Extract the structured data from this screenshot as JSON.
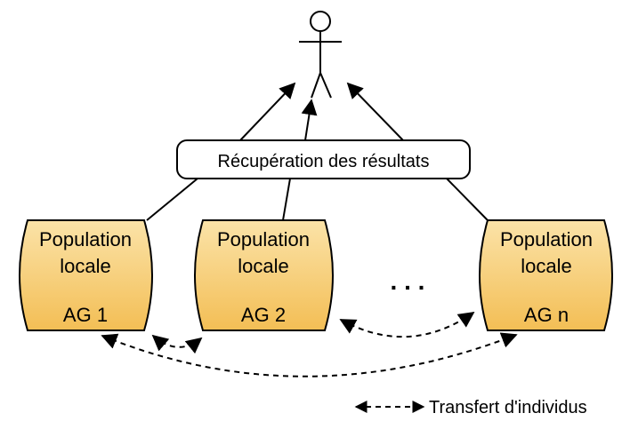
{
  "results_box": {
    "label": "Récupération des résultats"
  },
  "islands": [
    {
      "line1": "Population",
      "line2": "locale",
      "id": "AG 1"
    },
    {
      "line1": "Population",
      "line2": "locale",
      "id": "AG 2"
    },
    {
      "line1": "Population",
      "line2": "locale",
      "id": "AG n"
    }
  ],
  "ellipsis": ". . .",
  "legend": {
    "label": "Transfert d'individus"
  },
  "colors": {
    "island_fill_top": "#FBE3A8",
    "island_fill_bottom": "#F5C25C",
    "stroke": "#000000",
    "results_fill": "#FFFFFF"
  }
}
